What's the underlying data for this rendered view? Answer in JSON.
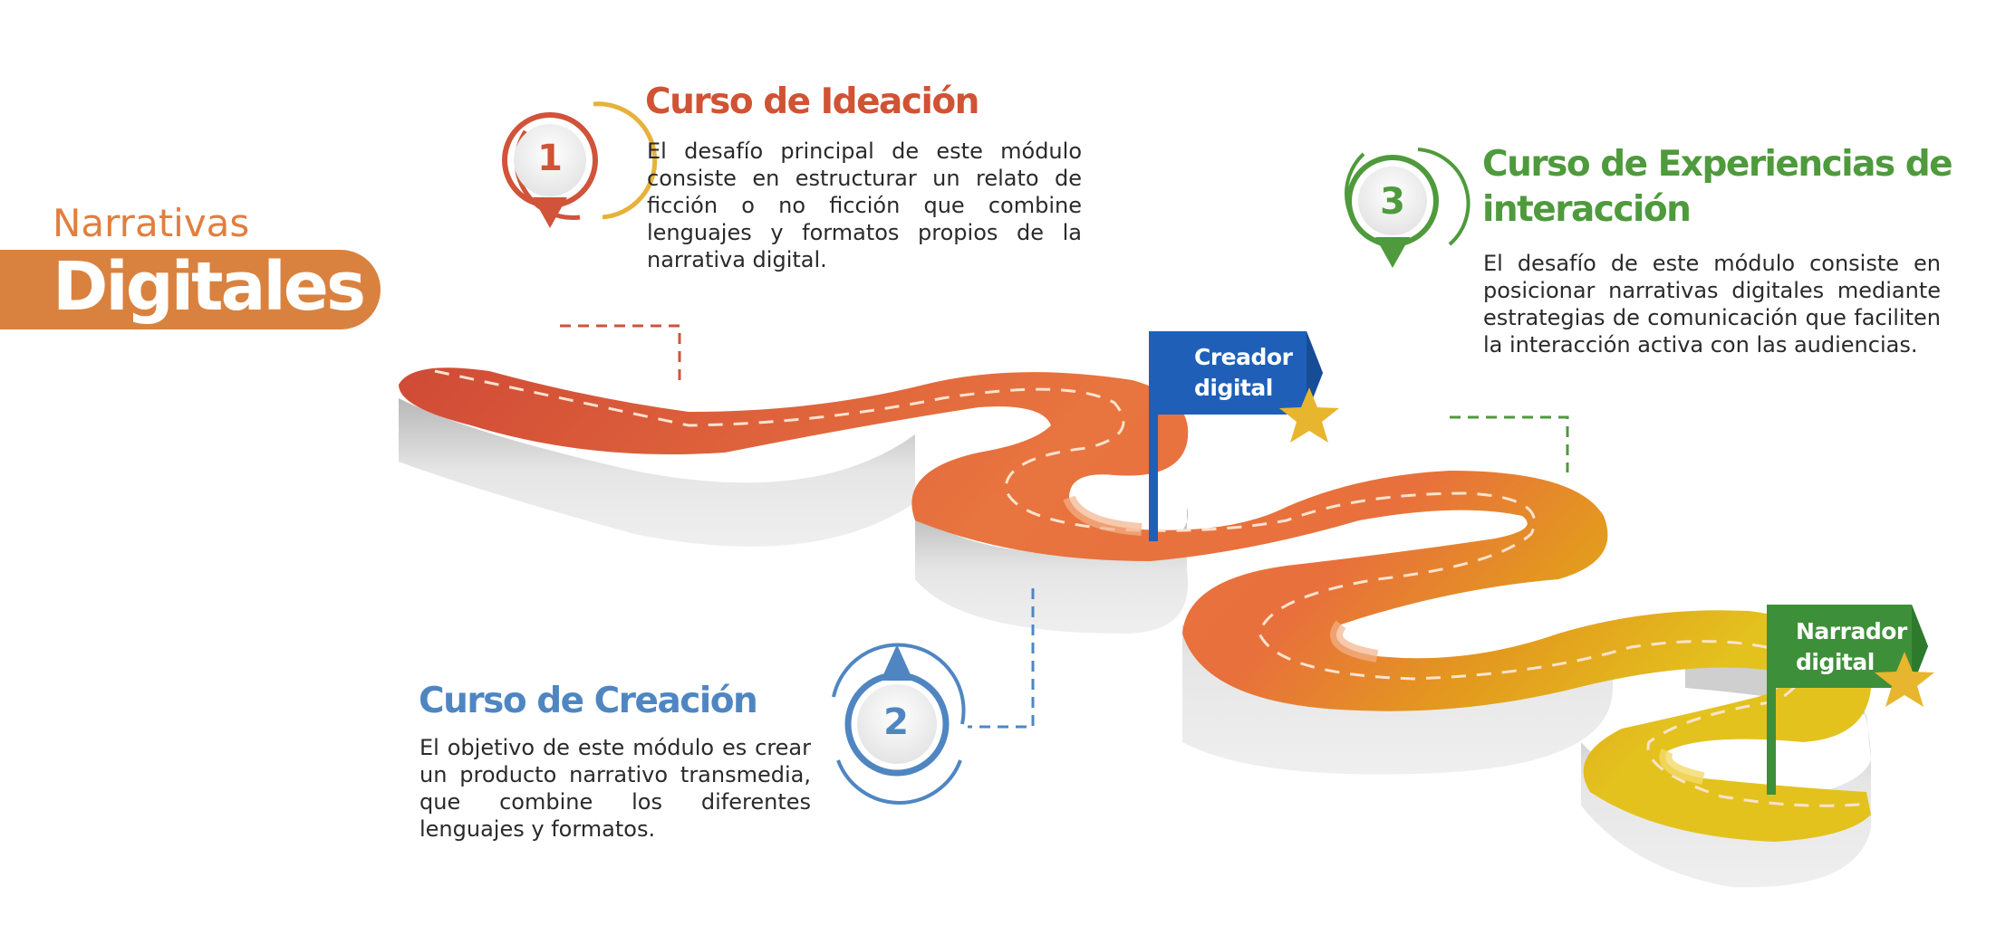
{
  "header": {
    "subtitle": "Narrativas",
    "title": "Digitales"
  },
  "modules": [
    {
      "number": "1",
      "title": "Curso de Ideación",
      "description": "El desafío principal de este módulo consiste en estructurar un relato de ficción o no ficción que combine lenguajes y formatos propios de la narrativa digital.",
      "color": "#CF5334"
    },
    {
      "number": "2",
      "title": "Curso de Creación",
      "description": "El objetivo de este módulo es crear un producto narrativo transmedia, que combine los diferentes lenguajes y formatos.",
      "color": "#4F86C2"
    },
    {
      "number": "3",
      "title": "Curso de Experiencias de interacción",
      "description": "El desafío de este módulo consiste en posicionar narrativas digitales mediante estrategias de comunicación que faciliten la interacción activa con las audiencias.",
      "color": "#4E9A3C"
    }
  ],
  "milestones": [
    {
      "label": "Creador digital",
      "color": "#1F5FB8",
      "icon": "star-icon"
    },
    {
      "label": "Narrador digital",
      "color": "#3E8F3A",
      "icon": "star-icon"
    }
  ],
  "colors": {
    "road_red": "#D04A36",
    "road_orange": "#E8743F",
    "road_yellow": "#E3B21E",
    "road_side": "#D8D8D8",
    "accent": "#D9823F"
  }
}
